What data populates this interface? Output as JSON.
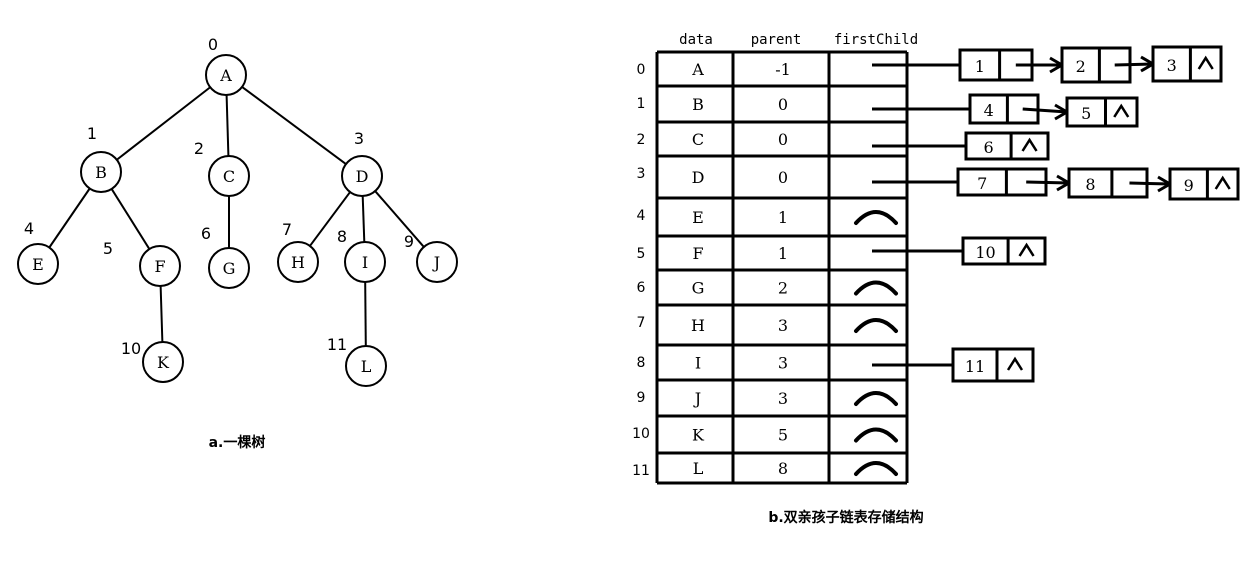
{
  "tree": {
    "caption": "a.一棵树",
    "nodes": [
      {
        "index": "0",
        "label": "A"
      },
      {
        "index": "1",
        "label": "B"
      },
      {
        "index": "2",
        "label": "C"
      },
      {
        "index": "3",
        "label": "D"
      },
      {
        "index": "4",
        "label": "E"
      },
      {
        "index": "5",
        "label": "F"
      },
      {
        "index": "6",
        "label": "G"
      },
      {
        "index": "7",
        "label": "H"
      },
      {
        "index": "8",
        "label": "I"
      },
      {
        "index": "9",
        "label": "J"
      },
      {
        "index": "10",
        "label": "K"
      },
      {
        "index": "11",
        "label": "L"
      }
    ],
    "edges": [
      [
        "A",
        "B"
      ],
      [
        "A",
        "C"
      ],
      [
        "A",
        "D"
      ],
      [
        "B",
        "E"
      ],
      [
        "B",
        "F"
      ],
      [
        "C",
        "G"
      ],
      [
        "D",
        "H"
      ],
      [
        "D",
        "I"
      ],
      [
        "D",
        "J"
      ],
      [
        "F",
        "K"
      ],
      [
        "I",
        "L"
      ]
    ]
  },
  "table": {
    "caption": "b.双亲孩子链表存储结构",
    "headers": {
      "data": "data",
      "parent": "parent",
      "firstChild": "firstChild"
    },
    "null_symbol": "^",
    "rows": [
      {
        "index": "0",
        "data": "A",
        "parent": "-1",
        "children": [
          "1",
          "2",
          "3"
        ]
      },
      {
        "index": "1",
        "data": "B",
        "parent": "0",
        "children": [
          "4",
          "5"
        ]
      },
      {
        "index": "2",
        "data": "C",
        "parent": "0",
        "children": [
          "6"
        ]
      },
      {
        "index": "3",
        "data": "D",
        "parent": "0",
        "children": [
          "7",
          "8",
          "9"
        ]
      },
      {
        "index": "4",
        "data": "E",
        "parent": "1",
        "children": []
      },
      {
        "index": "5",
        "data": "F",
        "parent": "1",
        "children": [
          "10"
        ]
      },
      {
        "index": "6",
        "data": "G",
        "parent": "2",
        "children": []
      },
      {
        "index": "7",
        "data": "H",
        "parent": "3",
        "children": []
      },
      {
        "index": "8",
        "data": "I",
        "parent": "3",
        "children": [
          "11"
        ]
      },
      {
        "index": "9",
        "data": "J",
        "parent": "3",
        "children": []
      },
      {
        "index": "10",
        "data": "K",
        "parent": "5",
        "children": []
      },
      {
        "index": "11",
        "data": "L",
        "parent": "8",
        "children": []
      }
    ]
  }
}
